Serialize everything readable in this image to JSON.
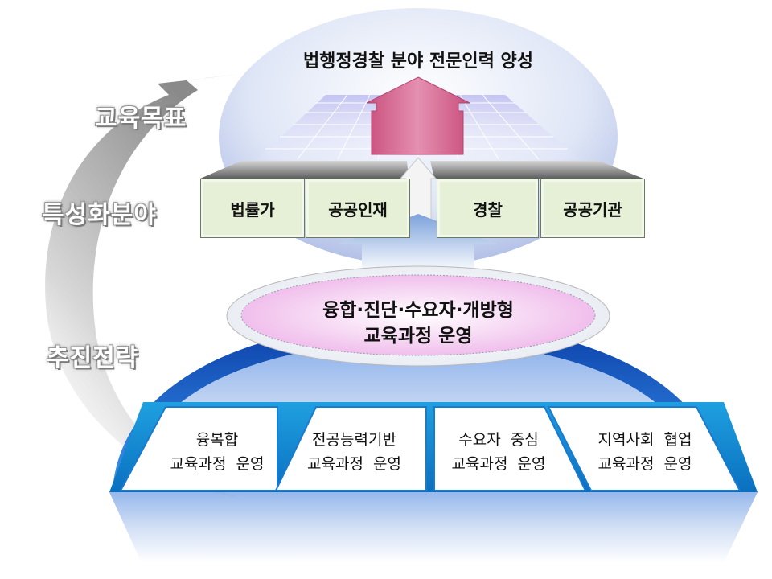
{
  "goal": {
    "title": "법행정경찰 분야 전문인력 양성"
  },
  "side_labels": {
    "goal": "교육목표",
    "field": "특성화분야",
    "strategy": "추진전략"
  },
  "fields": [
    "법률가",
    "공공인재",
    "경찰",
    "공공기관"
  ],
  "strategy": {
    "line1": "융합·진단·수요자·개방형",
    "line2": "교육과정 운영"
  },
  "operations": [
    {
      "line1": "융복합",
      "line2": "교육과정  운영"
    },
    {
      "line1": "전공능력기반",
      "line2": "교육과정  운영"
    },
    {
      "line1": "수요자  중심",
      "line2": "교육과정  운영"
    },
    {
      "line1": "지역사회  협업",
      "line2": "교육과정  운영"
    }
  ],
  "colors": {
    "field_fill": "#e6f0d6",
    "goal_arrow": "#d9668c",
    "strategy_oval": "#f2c8ee",
    "platform_blue": "#1a6ad8",
    "grid_lavender": "#c8c8f0"
  }
}
